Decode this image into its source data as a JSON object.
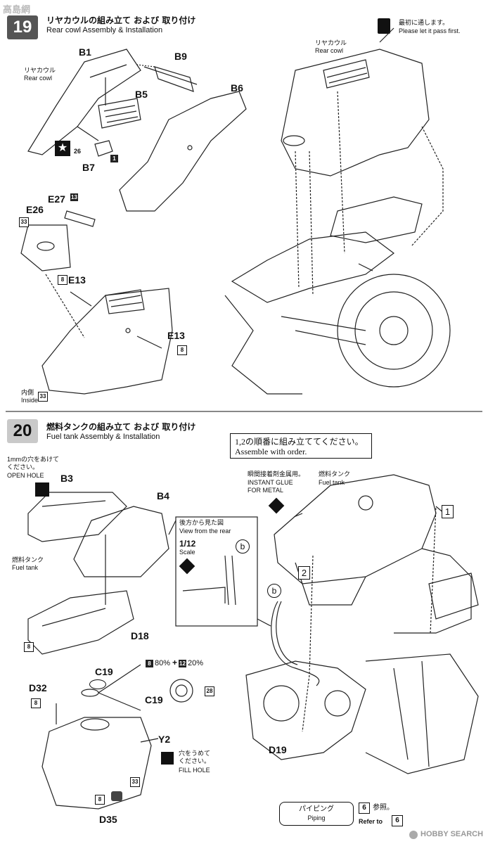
{
  "watermark_top": "高島網",
  "step19": {
    "number": "19",
    "title_jp": "リヤカウルの組み立て および 取り付け",
    "title_en": "Rear cowl Assembly & Installation"
  },
  "step20": {
    "number": "20",
    "title_jp": "燃料タンクの組み立て および 取り付け",
    "title_en": "Fuel tank Assembly & Installation"
  },
  "notes": {
    "let_pass_jp": "最初に通します。",
    "let_pass_en": "Please let it pass first.",
    "assemble_order_jp": "1,2の順番に組み立ててください。",
    "assemble_order_en": "Assemble with order.",
    "open_hole_jp": "1mmの穴をあけて\nください。",
    "open_hole_en": "OPEN HOLE",
    "fill_hole_jp": "穴をうめて\nください。",
    "fill_hole_en": "FILL HOLE",
    "instant_glue_jp": "瞬間接着剤金属用。",
    "instant_glue_en": "INSTANT GLUE\nFOR METAL",
    "rear_view_jp": "後方から見た図",
    "rear_view_en": "View from the rear",
    "scale_value": "1/12",
    "scale_label": "Scale",
    "mix_ratio_a": "80%",
    "mix_ratio_b": "20%",
    "inside_jp": "内側",
    "inside_en": "Inside"
  },
  "labels": {
    "rear_cowl_jp": "リヤカウル",
    "rear_cowl_en": "Rear cowl",
    "fuel_tank_jp": "燃料タンク",
    "fuel_tank_en": "Fuel tank",
    "parts": [
      "B1",
      "B9",
      "B5",
      "B6",
      "B7",
      "E27",
      "E26",
      "E13",
      "E13",
      "B3",
      "B4",
      "D18",
      "C19",
      "C19",
      "D32",
      "Y2",
      "D35",
      "D19"
    ],
    "circle_b": "b",
    "order_1": "1",
    "order_2": "2"
  },
  "color_tags": {
    "t26": "26",
    "t1": "1",
    "t13": "13",
    "t33": "33",
    "t8": "8",
    "t12": "12",
    "t28": "28"
  },
  "footer": {
    "piping_jp": "パイピング",
    "piping_en": "Piping",
    "ref_num": "6",
    "ref_jp": "参照。",
    "refer_to": "Refer to",
    "ref_num2": "6",
    "brand": "HOBBY SEARCH"
  }
}
